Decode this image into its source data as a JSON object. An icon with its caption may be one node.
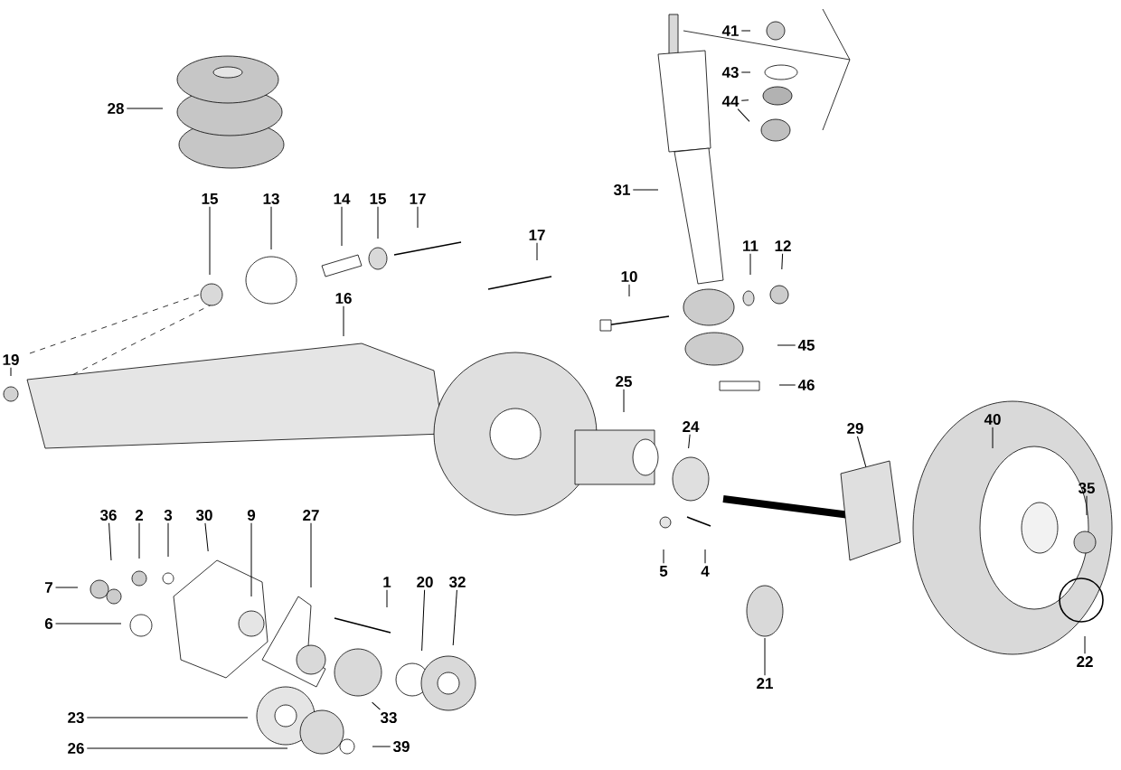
{
  "diagram": {
    "nodes": [
      {
        "text": [
          "41"
        ]
      },
      {
        "text": [
          "43"
        ]
      },
      {
        "text": [
          "44"
        ]
      },
      {
        "text": [
          "28"
        ]
      },
      {
        "text": [
          "31"
        ]
      },
      {
        "text": [
          "15"
        ]
      },
      {
        "text": [
          "13"
        ]
      },
      {
        "text": [
          "14"
        ]
      },
      {
        "text": [
          "15"
        ]
      },
      {
        "text": [
          "17"
        ]
      },
      {
        "text": [
          "17"
        ]
      },
      {
        "text": [
          "11"
        ]
      },
      {
        "text": [
          "12"
        ]
      },
      {
        "text": [
          "10"
        ]
      },
      {
        "text": [
          "16"
        ]
      },
      {
        "text": [
          "45"
        ]
      },
      {
        "text": [
          "19"
        ]
      },
      {
        "text": [
          "25"
        ]
      },
      {
        "text": [
          "46"
        ]
      },
      {
        "text": [
          "24"
        ]
      },
      {
        "text": [
          "29"
        ]
      },
      {
        "text": [
          "40"
        ]
      },
      {
        "text": [
          "35"
        ]
      },
      {
        "text": [
          "36"
        ]
      },
      {
        "text": [
          "2"
        ]
      },
      {
        "text": [
          "3"
        ]
      },
      {
        "text": [
          "30"
        ]
      },
      {
        "text": [
          "9"
        ]
      },
      {
        "text": [
          "27"
        ]
      },
      {
        "text": [
          "5"
        ]
      },
      {
        "text": [
          "4"
        ]
      },
      {
        "text": [
          "7"
        ]
      },
      {
        "text": [
          "1"
        ]
      },
      {
        "text": [
          "20"
        ]
      },
      {
        "text": [
          "32"
        ]
      },
      {
        "text": [
          "6"
        ]
      },
      {
        "text": [
          "22"
        ]
      },
      {
        "text": [
          "21"
        ]
      },
      {
        "text": [
          "23"
        ]
      },
      {
        "text": [
          "33"
        ]
      },
      {
        "text": [
          "26"
        ]
      },
      {
        "text": [
          "39"
        ]
      }
    ],
    "edges": [
      {
        "from": 0,
        "to": null,
        "arrow": "none"
      },
      {
        "from": 1,
        "to": null,
        "arrow": "none"
      },
      {
        "from": 2,
        "to": null,
        "arrow": "none"
      },
      {
        "from": 2,
        "to": null,
        "arrow": "none"
      },
      {
        "from": 3,
        "to": null,
        "arrow": "none"
      },
      {
        "from": 4,
        "to": null,
        "arrow": "none"
      },
      {
        "from": 5,
        "to": null,
        "arrow": "none"
      },
      {
        "from": 6,
        "to": null,
        "arrow": "none"
      },
      {
        "from": 7,
        "to": null,
        "arrow": "none"
      },
      {
        "from": 8,
        "to": null,
        "arrow": "none"
      },
      {
        "from": 9,
        "to": null,
        "arrow": "none"
      },
      {
        "from": 10,
        "to": null,
        "arrow": "none"
      },
      {
        "from": 11,
        "to": null,
        "arrow": "none"
      },
      {
        "from": 12,
        "to": null,
        "arrow": "none"
      },
      {
        "from": 13,
        "to": null,
        "arrow": "none"
      },
      {
        "from": 14,
        "to": null,
        "arrow": "none"
      },
      {
        "from": 15,
        "to": null,
        "arrow": "none"
      },
      {
        "from": 16,
        "to": null,
        "arrow": "none"
      },
      {
        "from": 17,
        "to": null,
        "arrow": "none"
      },
      {
        "from": 18,
        "to": null,
        "arrow": "none"
      },
      {
        "from": 19,
        "to": null,
        "arrow": "none"
      },
      {
        "from": 20,
        "to": null,
        "arrow": "none"
      },
      {
        "from": 21,
        "to": null,
        "arrow": "none"
      },
      {
        "from": 22,
        "to": null,
        "arrow": "none"
      },
      {
        "from": 23,
        "to": null,
        "arrow": "none"
      },
      {
        "from": 24,
        "to": null,
        "arrow": "none"
      },
      {
        "from": 25,
        "to": null,
        "arrow": "none"
      },
      {
        "from": 26,
        "to": null,
        "arrow": "none"
      },
      {
        "from": 27,
        "to": null,
        "arrow": "none"
      },
      {
        "from": 28,
        "to": null,
        "arrow": "none"
      },
      {
        "from": 29,
        "to": null,
        "arrow": "none"
      },
      {
        "from": 30,
        "to": null,
        "arrow": "none"
      },
      {
        "from": 31,
        "to": null,
        "arrow": "none"
      },
      {
        "from": 32,
        "to": null,
        "arrow": "none"
      },
      {
        "from": 33,
        "to": null,
        "arrow": "none"
      },
      {
        "from": 34,
        "to": null,
        "arrow": "none"
      },
      {
        "from": 35,
        "to": null,
        "arrow": "none"
      },
      {
        "from": 36,
        "to": null,
        "arrow": "none"
      },
      {
        "from": 37,
        "to": null,
        "arrow": "none"
      },
      {
        "from": 38,
        "to": null,
        "arrow": "none"
      },
      {
        "from": 39,
        "to": null,
        "arrow": "none"
      },
      {
        "from": 40,
        "to": null,
        "arrow": "none"
      },
      {
        "from": 41,
        "to": null,
        "arrow": "none"
      }
    ]
  }
}
